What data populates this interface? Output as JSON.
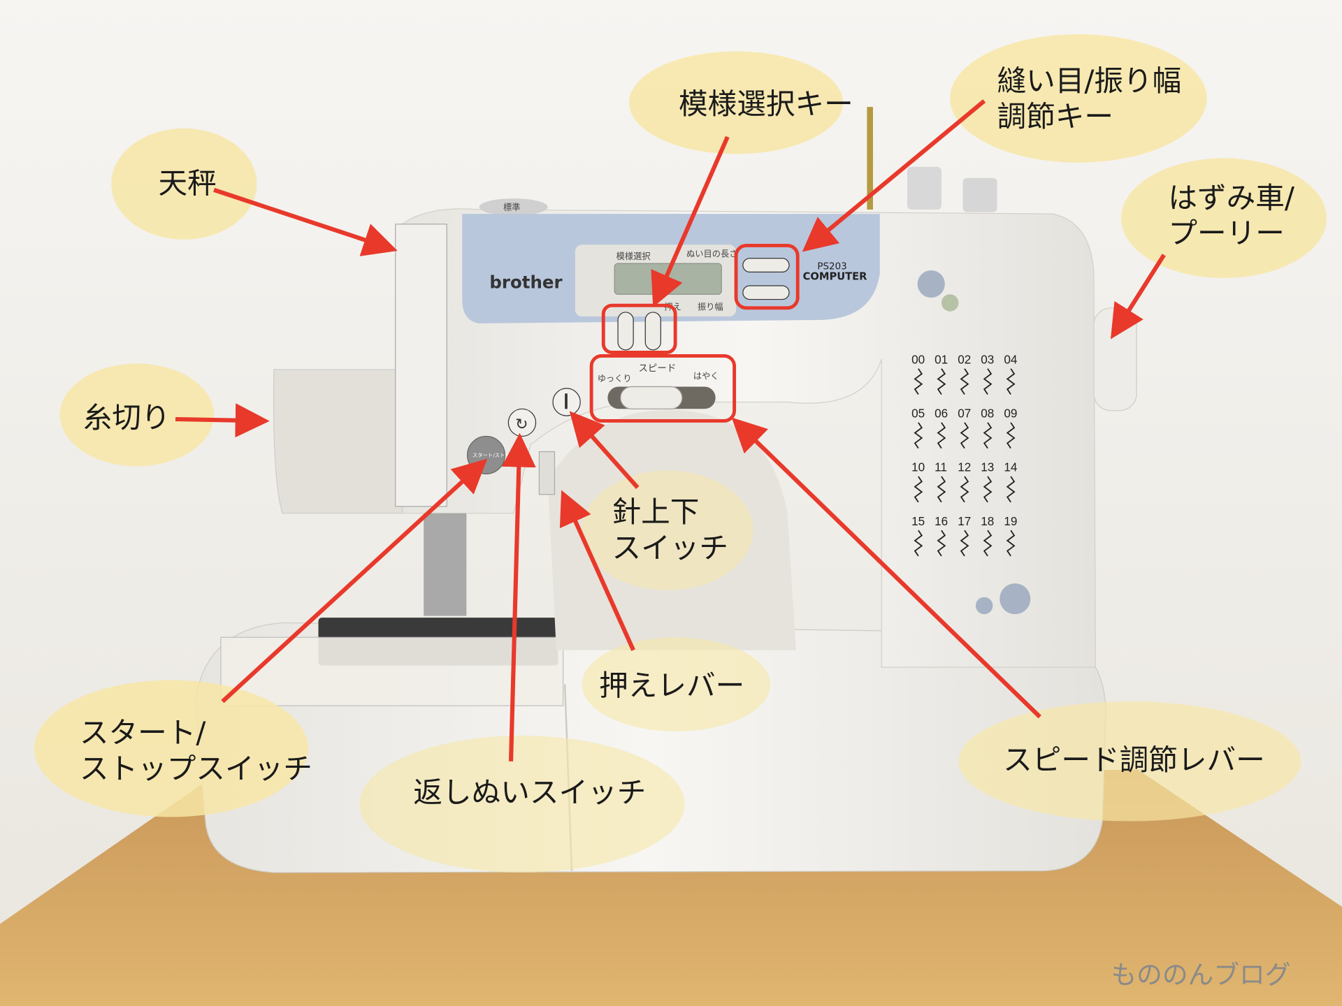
{
  "colors": {
    "arrow": "#e8392b",
    "blob": "#f7e7a6",
    "panel": "#b9c7dc",
    "table": "#d9a85c",
    "wall": "#f3f1ec"
  },
  "annotations": [
    {
      "id": "thread-take-up",
      "lines": [
        "天秤"
      ]
    },
    {
      "id": "pattern-select-key",
      "lines": [
        "模様選択キー"
      ]
    },
    {
      "id": "stitch-adjust-key",
      "lines": [
        "縫い目/振り幅",
        "調節キー"
      ]
    },
    {
      "id": "handwheel",
      "lines": [
        "はずみ車/",
        "プーリー"
      ]
    },
    {
      "id": "thread-cutter",
      "lines": [
        "糸切り"
      ]
    },
    {
      "id": "needle-updown-switch",
      "lines": [
        "針上下",
        "スイッチ"
      ]
    },
    {
      "id": "presser-lever",
      "lines": [
        "押えレバー"
      ]
    },
    {
      "id": "start-stop-switch",
      "lines": [
        "スタート/",
        "ストップスイッチ"
      ]
    },
    {
      "id": "reverse-switch",
      "lines": [
        "返しぬいスイッチ"
      ]
    },
    {
      "id": "speed-lever",
      "lines": [
        "スピード調節レバー"
      ]
    }
  ],
  "machine": {
    "brand": "brother",
    "model": "PS203",
    "model_sub": "COMPUTER",
    "panel_pattern": "模様選択",
    "panel_length": "ぬい目の長さ",
    "panel_presser": "押え",
    "panel_width": "振り幅",
    "speed_title": "スピード",
    "speed_slow": "ゆっくり",
    "speed_fast": "はやく",
    "start_button": "スタート/ストップ",
    "dial_label": "標準",
    "speed_level": 0.25,
    "stitch_numbers": [
      "00",
      "01",
      "02",
      "03",
      "04",
      "05",
      "06",
      "07",
      "08",
      "09",
      "10",
      "11",
      "12",
      "13",
      "14",
      "15",
      "16",
      "17",
      "18",
      "19"
    ]
  },
  "watermark": "もののんブログ"
}
